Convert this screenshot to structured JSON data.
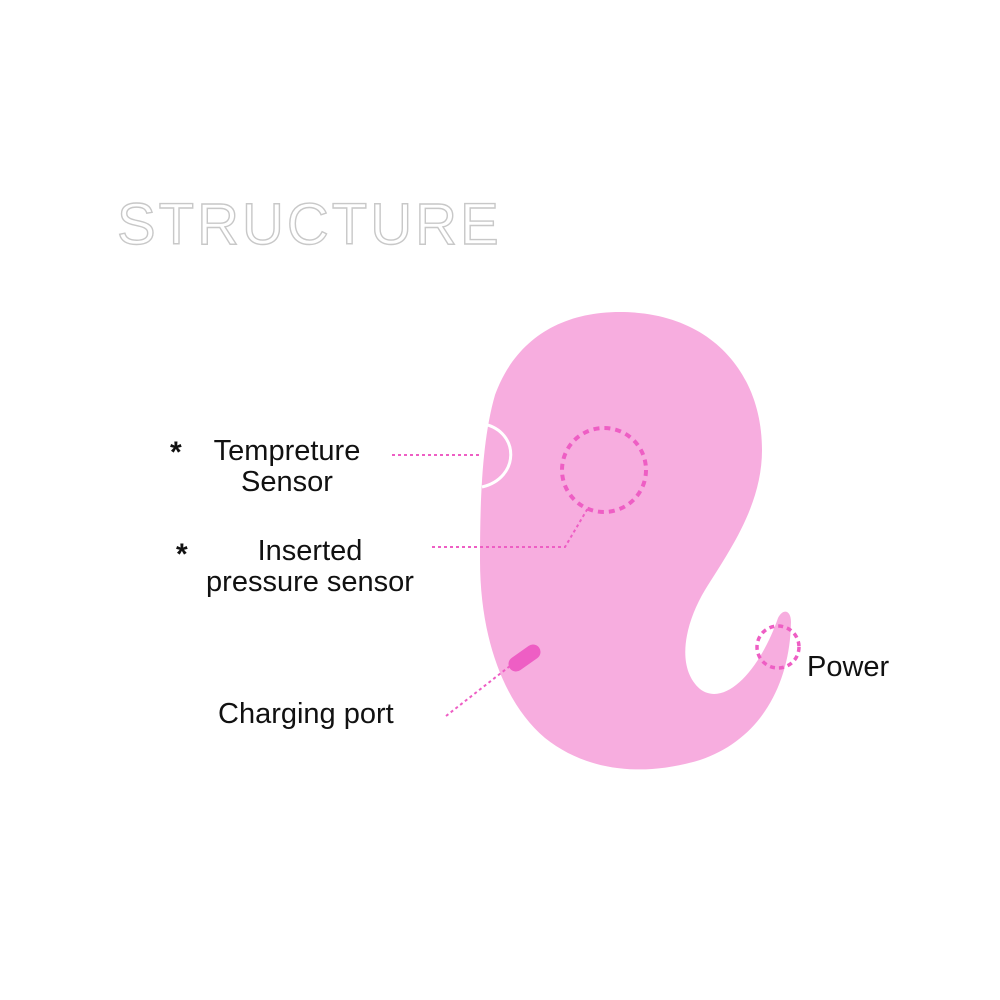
{
  "title": "STRUCTURE",
  "colors": {
    "body": "#f7addf",
    "accent": "#ee5ec4",
    "leader": "#ee5ec4",
    "outline": "#ffffff",
    "text": "#111111",
    "title_outline": "#c8c8c8"
  },
  "labels": {
    "temperature_sensor": {
      "marker": "*",
      "line1": "Tempreture",
      "line2": "Sensor"
    },
    "pressure_sensor": {
      "marker": "*",
      "line1": "Inserted",
      "line2": "pressure sensor"
    },
    "charging_port": {
      "text": "Charging port"
    },
    "power": {
      "text": "Power"
    }
  }
}
